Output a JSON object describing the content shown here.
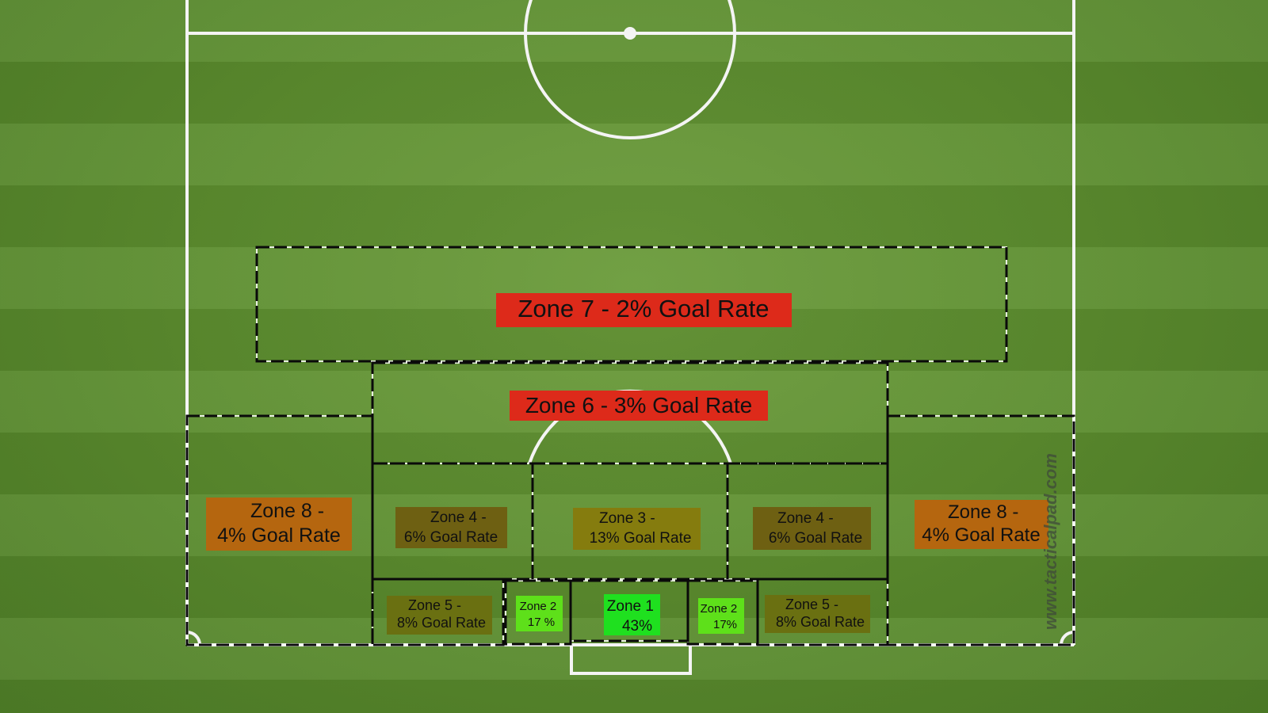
{
  "watermark": "www.tacticalpad.com",
  "colors": {
    "red": "#dd2a1a",
    "orange": "#b5660f",
    "olive_dark": "#6e6012",
    "olive": "#857c0e",
    "olive_mid": "#6a7011",
    "bright_green": "#1fe01f",
    "light_green": "#5ee01a"
  },
  "zones": {
    "zone7": {
      "lines": [
        "Zone 7 - 2% Goal Rate"
      ]
    },
    "zone6": {
      "lines": [
        "Zone 6 - 3% Goal Rate"
      ]
    },
    "zone8_left": {
      "lines": [
        "Zone 8 -",
        "4% Goal Rate"
      ]
    },
    "zone8_right": {
      "lines": [
        "Zone 8 -",
        "4% Goal Rate"
      ]
    },
    "zone4_left": {
      "lines": [
        "Zone 4 -",
        "6% Goal Rate"
      ]
    },
    "zone3": {
      "lines": [
        "Zone 3 -",
        "13% Goal Rate"
      ]
    },
    "zone4_right": {
      "lines": [
        "Zone 4 -",
        "6% Goal Rate"
      ]
    },
    "zone5_left": {
      "lines": [
        "Zone 5 -",
        "8% Goal Rate"
      ]
    },
    "zone2_left": {
      "lines": [
        "Zone 2",
        "17 %"
      ]
    },
    "zone1": {
      "lines": [
        "Zone 1",
        "43%"
      ]
    },
    "zone2_right": {
      "lines": [
        "Zone 2",
        "17%"
      ]
    },
    "zone5_right": {
      "lines": [
        "Zone 5 -",
        "8% Goal Rate"
      ]
    }
  }
}
